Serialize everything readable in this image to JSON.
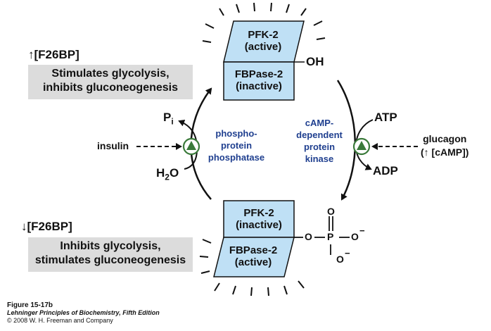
{
  "top_left": {
    "level_label": "↑[F26BP]",
    "effect_line1": "Stimulates glycolysis,",
    "effect_line2": "inhibits gluconeogenesis"
  },
  "bottom_left": {
    "level_label": "↓[F26BP]",
    "effect_line1": "Inhibits glycolysis,",
    "effect_line2": "stimulates gluconeogenesis"
  },
  "top_enzyme": {
    "pfk_line1": "PFK-2",
    "pfk_line2": "(active)",
    "fbp_line1": "FBPase-2",
    "fbp_line2": "(inactive)",
    "group": "OH"
  },
  "bottom_enzyme": {
    "pfk_line1": "PFK-2",
    "pfk_line2": "(inactive)",
    "fbp_line1": "FBPase-2",
    "fbp_line2": "(active)"
  },
  "phosphate": {
    "o_top": "O",
    "o_left": "O",
    "p": "P",
    "o_right": "O",
    "o_bottom": "O",
    "minus": "−"
  },
  "left_pathway": {
    "pi_main": "P",
    "pi_sub": "i",
    "water_main": "H",
    "water_sub": "2",
    "water_end": "O",
    "enzyme_line1": "phospho-",
    "enzyme_line2": "protein",
    "enzyme_line3": "phosphatase",
    "activator": "insulin"
  },
  "right_pathway": {
    "atp": "ATP",
    "adp": "ADP",
    "enzyme_line1": "cAMP-",
    "enzyme_line2": "dependent",
    "enzyme_line3": "protein",
    "enzyme_line4": "kinase",
    "activator_line1": "glucagon",
    "activator_line2": "(↑ [cAMP])"
  },
  "caption": {
    "figure": "Figure 15-17b",
    "book": "Lehninger Principles of Biochemistry, Fifth Edition",
    "copyright": "© 2008 W. H. Freeman and Company"
  },
  "colors": {
    "enzyme_fill": "#bfe0f5",
    "effect_box": "#dcdcdc",
    "enzyme_text": "#1f3f8f",
    "activator_circle": "#3a7a3a"
  }
}
